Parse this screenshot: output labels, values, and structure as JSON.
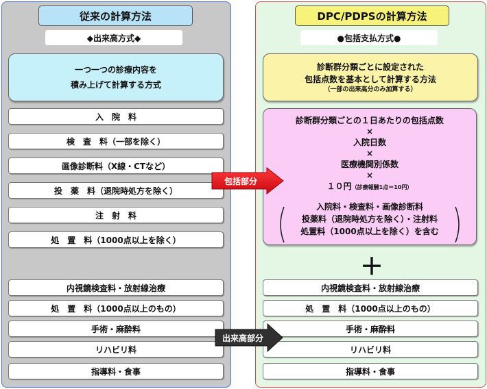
{
  "left": {
    "title": "従来の計算方法",
    "method": "◆出来高方式◆",
    "desc_line1": "一つ一つの診療内容を",
    "desc_line2": "積み上げて計算する方式",
    "items_top": [
      "入　院　料",
      "検　査　料（一部を除く）",
      "画像診断料（X線・CTなど）",
      "投　薬　料（退院時処方を除く）",
      "注　射　料",
      "処　置　料（1000点以上を除く）"
    ],
    "items_bottom": [
      "内視鏡検査料・放射線治療",
      "処　置　料（1000点以上のもの）",
      "手術・麻酔料",
      "リハビリ料",
      "指導料・食事"
    ]
  },
  "right": {
    "title": "DPC/PDPSの計算方法",
    "method": "●包括支払方式●",
    "desc_line1": "診断群分類ごとに設定された",
    "desc_line2": "包括点数を基本として計算する方法",
    "desc_note": "（一部の出来高分のみ加算する）",
    "formula": {
      "line1": "診断群分類ごとの１日あたりの包括点数",
      "times": "×",
      "line2": "入院日数",
      "line3": "医療機関別係数",
      "line4_main": "１０円",
      "line4_note": "（診療報酬1点＝10円）"
    },
    "includes": [
      "入院料・検査料・画像診断料",
      "投薬料（退院時処方を除く）・注射料",
      "処置料（1000点以上を除く）を含む"
    ],
    "plus": "＋",
    "items_bottom": [
      "内視鏡検査料・放射線治療",
      "処　置　料（1000点以上のもの）",
      "手術・麻酔料",
      "リハビリ料",
      "指導料・食事"
    ]
  },
  "arrows": {
    "inclusive": "包括部分",
    "fee_for_service": "出来高部分"
  },
  "colors": {
    "left_title_bg": "#b7e2f7",
    "left_desc_bg": "#c6f0fa",
    "right_title_bg": "#f6f27a",
    "right_desc_bg": "#fbf4a8",
    "formula_bg": "#fbcdf6",
    "arrow_red": "#e8121c",
    "arrow_dark": "#303030"
  }
}
